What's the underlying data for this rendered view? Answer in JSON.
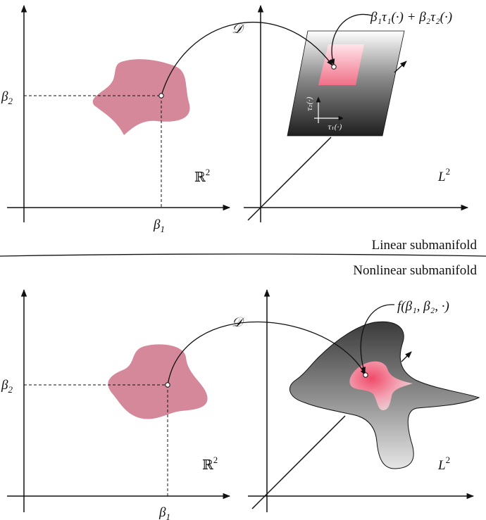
{
  "top_panel": {
    "left": {
      "beta1": "β",
      "beta1_sub": "1",
      "beta2": "β",
      "beta2_sub": "2",
      "space": "ℝ",
      "space_sup": "2"
    },
    "map_label": "𝒟",
    "right": {
      "space": "L",
      "space_sup": "2",
      "plane_formula": "β₁τ₁(·) + β₂τ₂(·)",
      "tau1": "τ₁(·)",
      "tau2": "τ₂(·)"
    }
  },
  "divider": {
    "top_caption": "Linear submanifold",
    "bottom_caption": "Nonlinear submanifold"
  },
  "bottom_panel": {
    "left": {
      "beta1": "β",
      "beta1_sub": "1",
      "beta2": "β",
      "beta2_sub": "2",
      "space": "ℝ",
      "space_sup": "2"
    },
    "map_label": "𝒟",
    "right": {
      "space": "L",
      "space_sup": "2",
      "surface_formula": "f(β₁, β₂, ·)"
    }
  },
  "colors": {
    "blob": "#d4889a",
    "highlight": "#ee5a75",
    "axis": "#111111"
  }
}
